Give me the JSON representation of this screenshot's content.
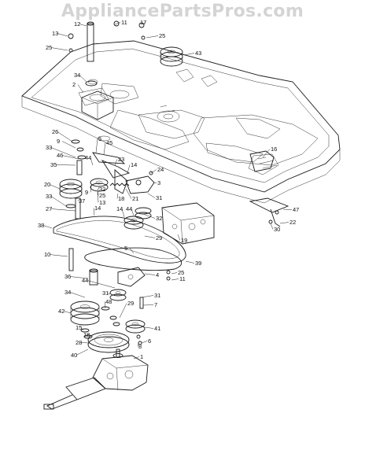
{
  "watermark": "AppliancePartsPros.com",
  "callouts": [
    "1",
    "2",
    "3",
    "4",
    "5",
    "6",
    "7",
    "8",
    "9",
    "10",
    "11",
    "12",
    "13",
    "14",
    "15",
    "16",
    "17",
    "18",
    "19",
    "20",
    "21",
    "22",
    "23",
    "24",
    "25",
    "26",
    "27",
    "28",
    "29",
    "30",
    "31",
    "32",
    "33",
    "34",
    "35",
    "36",
    "37",
    "38",
    "39",
    "40",
    "41",
    "42",
    "43",
    "44",
    "45",
    "46",
    "47",
    "48"
  ],
  "labels": [
    {
      "id": "12",
      "n": "12"
    },
    {
      "id": "11a",
      "n": "11"
    },
    {
      "id": "17",
      "n": "17"
    },
    {
      "id": "13a",
      "n": "13"
    },
    {
      "id": "25a",
      "n": "25"
    },
    {
      "id": "25b",
      "n": "25"
    },
    {
      "id": "43",
      "n": "43"
    },
    {
      "id": "34a",
      "n": "34"
    },
    {
      "id": "2",
      "n": "2"
    },
    {
      "id": "26",
      "n": "26"
    },
    {
      "id": "9a",
      "n": "9"
    },
    {
      "id": "5a",
      "n": "5"
    },
    {
      "id": "45",
      "n": "45"
    },
    {
      "id": "33a",
      "n": "33"
    },
    {
      "id": "46",
      "n": "46"
    },
    {
      "id": "44a",
      "n": "44"
    },
    {
      "id": "35",
      "n": "35"
    },
    {
      "id": "23",
      "n": "23"
    },
    {
      "id": "14a",
      "n": "14"
    },
    {
      "id": "24",
      "n": "24"
    },
    {
      "id": "16",
      "n": "16"
    },
    {
      "id": "20",
      "n": "20"
    },
    {
      "id": "9b",
      "n": "9"
    },
    {
      "id": "32a",
      "n": "32"
    },
    {
      "id": "3",
      "n": "3"
    },
    {
      "id": "33b",
      "n": "33"
    },
    {
      "id": "13b",
      "n": "13"
    },
    {
      "id": "25c",
      "n": "25"
    },
    {
      "id": "18a",
      "n": "18"
    },
    {
      "id": "21",
      "n": "21"
    },
    {
      "id": "31a",
      "n": "31"
    },
    {
      "id": "37",
      "n": "37"
    },
    {
      "id": "27",
      "n": "27"
    },
    {
      "id": "14b",
      "n": "14"
    },
    {
      "id": "14c",
      "n": "14"
    },
    {
      "id": "44b",
      "n": "44"
    },
    {
      "id": "47",
      "n": "47"
    },
    {
      "id": "32b",
      "n": "32"
    },
    {
      "id": "22",
      "n": "22"
    },
    {
      "id": "38",
      "n": "38"
    },
    {
      "id": "29a",
      "n": "29"
    },
    {
      "id": "30",
      "n": "30"
    },
    {
      "id": "19",
      "n": "19"
    },
    {
      "id": "10",
      "n": "10"
    },
    {
      "id": "5b",
      "n": "5"
    },
    {
      "id": "39",
      "n": "39"
    },
    {
      "id": "4",
      "n": "4"
    },
    {
      "id": "36",
      "n": "36"
    },
    {
      "id": "25d",
      "n": "25"
    },
    {
      "id": "11b",
      "n": "11"
    },
    {
      "id": "44c",
      "n": "44"
    },
    {
      "id": "34b",
      "n": "34"
    },
    {
      "id": "31b",
      "n": "31"
    },
    {
      "id": "31c",
      "n": "31"
    },
    {
      "id": "48",
      "n": "48"
    },
    {
      "id": "42",
      "n": "42"
    },
    {
      "id": "29b",
      "n": "29"
    },
    {
      "id": "7",
      "n": "7"
    },
    {
      "id": "15",
      "n": "15"
    },
    {
      "id": "41",
      "n": "41"
    },
    {
      "id": "18b",
      "n": "18"
    },
    {
      "id": "6",
      "n": "6"
    },
    {
      "id": "28",
      "n": "28"
    },
    {
      "id": "8",
      "n": "8"
    },
    {
      "id": "40",
      "n": "40"
    },
    {
      "id": "1",
      "n": "1"
    }
  ]
}
